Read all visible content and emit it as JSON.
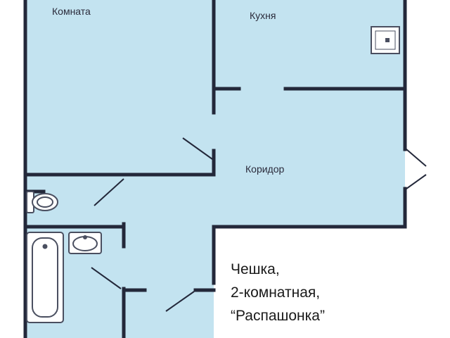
{
  "rooms": {
    "room": "Комната",
    "kitchen": "Кухня",
    "corridor": "Коридор"
  },
  "caption": {
    "line1": "Чешка,",
    "line2": "2-комнатная,",
    "line3": "“Распашонка”"
  },
  "colors": {
    "floor": "#c3e3f0",
    "wall": "#23283a",
    "fixture_stroke": "#4a4f60",
    "fixture_fill": "#ffffff"
  },
  "icons": [
    "stove-icon",
    "toilet-icon",
    "sink-icon",
    "bathtub-icon",
    "door-swing-icon"
  ]
}
